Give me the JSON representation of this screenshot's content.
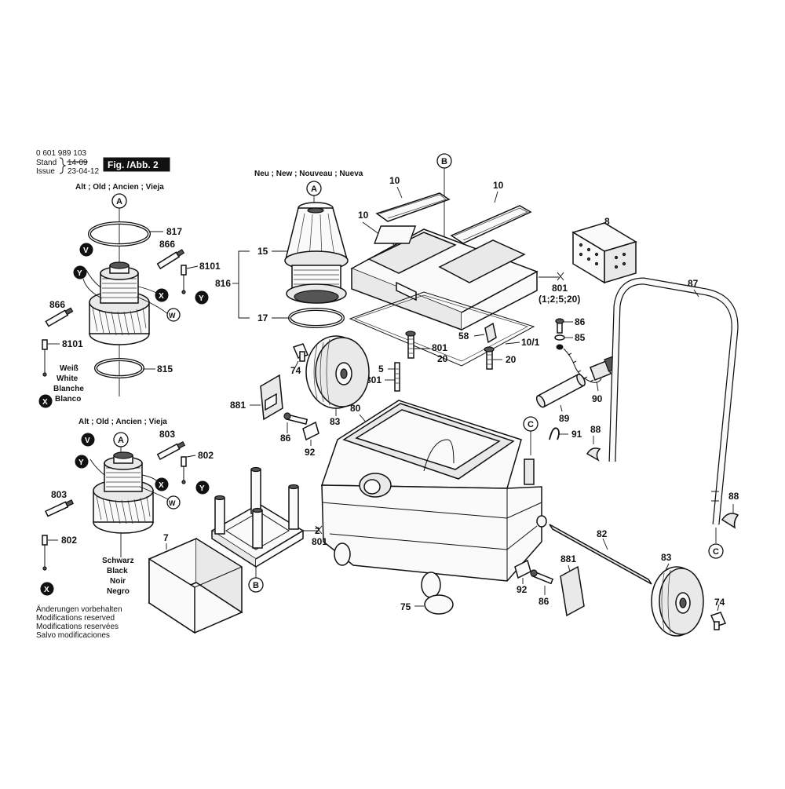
{
  "header": {
    "part_number": "0 601 989 103",
    "stand_label": "Stand",
    "stand_old": "14-09",
    "issue_label": "Issue",
    "issue_date": "23-04-12",
    "figure_label": "Fig. /Abb. 2"
  },
  "captions": {
    "old_top": "Alt ; Old ; Ancien ; Vieja",
    "old_bottom": "Alt ; Old ; Ancien ; Vieja",
    "new": "Neu ; New ; Nouveau ; Nueva",
    "white": [
      "Weiß",
      "White",
      "Blanche",
      "Blanco"
    ],
    "black": [
      "Schwarz",
      "Black",
      "Noir",
      "Negro"
    ],
    "footer": [
      "Änderungen vorbehalten",
      "Modifications reserved",
      "Modifications reservées",
      "Salvo modificaciones"
    ]
  },
  "refs": {
    "A": "A",
    "B": "B",
    "C": "C",
    "V": "V",
    "W": "W",
    "X": "X",
    "Y": "Y"
  },
  "parts": {
    "p817": "817",
    "p866": "866",
    "p8101": "8101",
    "p815": "815",
    "p803": "803",
    "p802": "802",
    "p7": "7",
    "p15": "15",
    "p816": "816",
    "p17": "17",
    "p10": "10",
    "p8": "8",
    "p801": "801",
    "p801_sub": "(1;2;5;20)",
    "p20": "20",
    "p58": "58",
    "p10_1": "10/1",
    "p5": "5",
    "p74": "74",
    "p881": "881",
    "p83": "83",
    "p80": "80",
    "p86": "86",
    "p92": "92",
    "p85": "85",
    "p90": "90",
    "p89": "89",
    "p91": "91",
    "p88": "88",
    "p87": "87",
    "p82": "82",
    "p75": "75"
  }
}
